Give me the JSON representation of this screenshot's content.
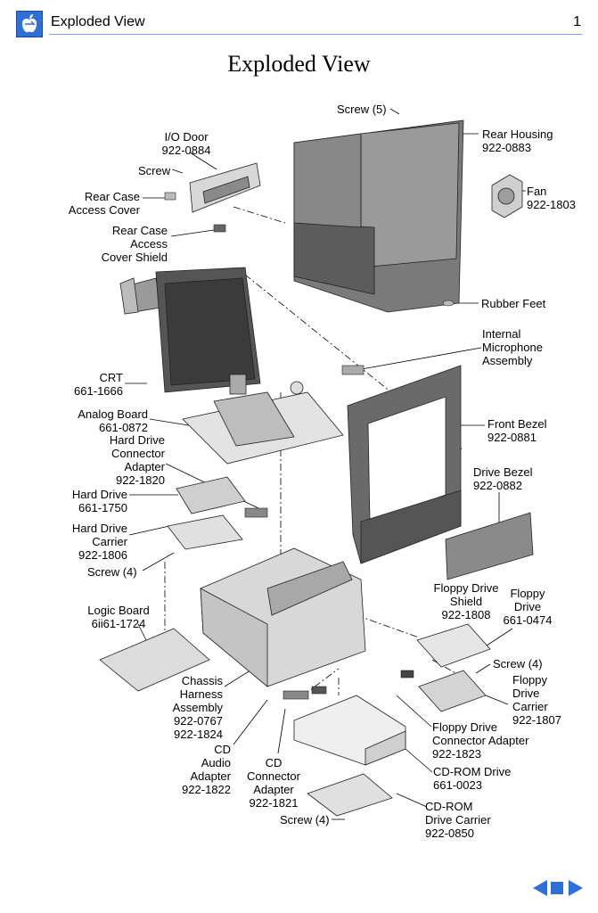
{
  "header": {
    "title": "Exploded View",
    "page": "1",
    "logo_icon": "apple-logo-icon"
  },
  "main_title": "Exploded View",
  "labels": {
    "screw5": [
      "Screw (5)"
    ],
    "io_door": [
      "I/O Door",
      "922-0884"
    ],
    "rear_housing": [
      "Rear Housing",
      "922-0883"
    ],
    "screw": [
      "Screw"
    ],
    "fan": [
      "Fan",
      "922-1803"
    ],
    "rear_case_cover": [
      "Rear Case",
      "Access Cover"
    ],
    "rear_case_shield": [
      "Rear Case",
      "Access",
      "Cover Shield"
    ],
    "rubber_feet": [
      "Rubber Feet"
    ],
    "internal_mic": [
      "Internal",
      "Microphone",
      "Assembly"
    ],
    "crt": [
      "CRT",
      "661-1666"
    ],
    "analog_board": [
      "Analog Board",
      "661-0872"
    ],
    "hd_connector": [
      "Hard Drive",
      "Connector",
      "Adapter",
      "922-1820"
    ],
    "front_bezel": [
      "Front Bezel",
      "922-0881"
    ],
    "drive_bezel": [
      "Drive Bezel",
      "922-0882"
    ],
    "hard_drive": [
      "Hard Drive",
      "661-1750"
    ],
    "hd_carrier": [
      "Hard Drive",
      "Carrier",
      "922-1806"
    ],
    "screw4_a": [
      "Screw (4)"
    ],
    "floppy_shield": [
      "Floppy Drive",
      "Shield",
      "922-1808"
    ],
    "floppy_drive": [
      "Floppy",
      "Drive",
      "661-0474"
    ],
    "logic_board": [
      "Logic Board",
      "6ii61-1724"
    ],
    "screw4_b": [
      "Screw (4)"
    ],
    "floppy_carrier": [
      "Floppy",
      "Drive",
      "Carrier",
      "922-1807"
    ],
    "chassis_harness": [
      "Chassis",
      "Harness",
      "Assembly",
      "922-0767",
      "922-1824"
    ],
    "floppy_connector": [
      "Floppy Drive",
      "Connector Adapter",
      "922-1823"
    ],
    "cd_audio": [
      "CD",
      "Audio",
      "Adapter",
      "922-1822"
    ],
    "cd_connector": [
      "CD",
      "Connector",
      "Adapter",
      "922-1821"
    ],
    "cdrom_drive": [
      "CD-ROM Drive",
      "661-0023"
    ],
    "cdrom_carrier": [
      "CD-ROM",
      "Drive Carrier",
      "922-0850"
    ],
    "screw4_c": [
      "Screw (4)"
    ]
  },
  "colors": {
    "rule": "#7aa3e6",
    "nav": "#2f6fd8",
    "part_dark": "#6e6e6e",
    "part_mid": "#a8a8a8",
    "part_light": "#dcdcdc"
  },
  "nav_icons": [
    "prev-page-icon",
    "home-icon",
    "next-page-icon"
  ]
}
